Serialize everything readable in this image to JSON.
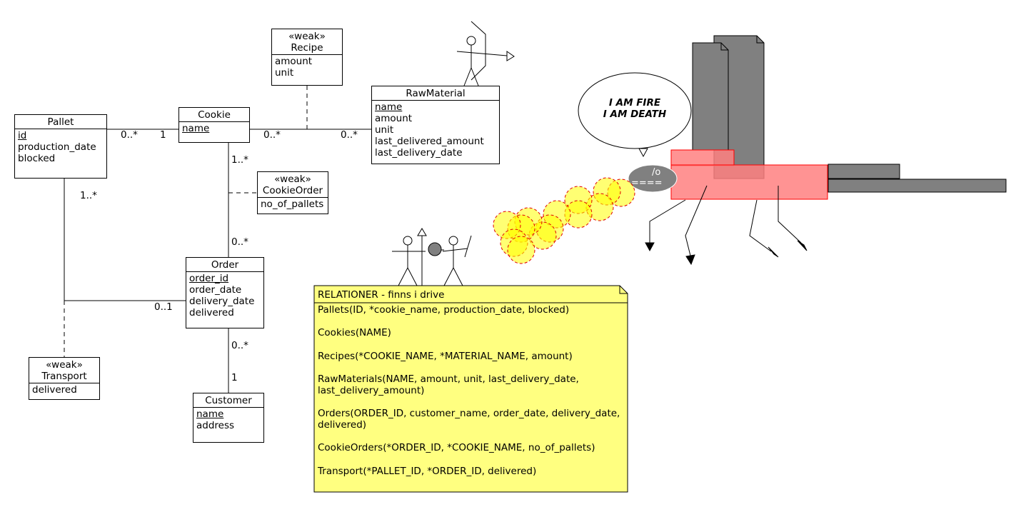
{
  "classes": {
    "pallet": {
      "title": "Pallet",
      "attrs": [
        "id",
        "production_date",
        "blocked"
      ]
    },
    "cookie": {
      "title": "Cookie",
      "attrs": [
        "name"
      ]
    },
    "recipe": {
      "stereotype": "«weak»",
      "title": "Recipe",
      "attrs": [
        "amount",
        "unit"
      ]
    },
    "rawmaterial": {
      "title": "RawMaterial",
      "attrs": [
        "name",
        "amount",
        "unit",
        "last_delivered_amount",
        "last_delivery_date"
      ]
    },
    "cookieorder": {
      "stereotype": "«weak»",
      "title": "CookieOrder",
      "attrs": [
        "no_of_pallets"
      ]
    },
    "order": {
      "title": "Order",
      "attrs": [
        "order_id",
        "order_date",
        "delivery_date",
        "delivered"
      ]
    },
    "transport": {
      "stereotype": "«weak»",
      "title": "Transport",
      "attrs": [
        "delivered"
      ]
    },
    "customer": {
      "title": "Customer",
      "attrs": [
        "name",
        "address"
      ]
    }
  },
  "multiplicities": {
    "pallet_cookie_pallet": "0..*",
    "pallet_cookie_cookie": "1",
    "cookie_raw_cookie": "0..*",
    "cookie_raw_raw": "0..*",
    "cookie_order_cookie": "1..*",
    "cookie_order_order": "0..*",
    "pallet_order_pallet": "1..*",
    "pallet_order_order": "0..1",
    "order_customer_order": "0..*",
    "order_customer_customer": "1"
  },
  "note": {
    "title": "RELATIONER - finns i drive",
    "lines": [
      "Pallets(ID, *cookie_name, production_date, blocked)",
      "Cookies(NAME)",
      "Recipes(*COOKIE_NAME, *MATERIAL_NAME, amount)",
      "RawMaterials(NAME, amount, unit, last_delivery_date, last_delivery_amount)",
      "Orders(ORDER_ID, customer_name, order_date, delivery_date, delivered)",
      "CookieOrders(*ORDER_ID, *COOKIE_NAME, no_of_pallets)",
      "Transport(*PALLET_ID, *ORDER_ID, delivered)"
    ]
  },
  "speech": {
    "line1": "I AM FIRE",
    "line2": "I AM DEATH"
  },
  "gun": {
    "line1": "/o",
    "line2": "===="
  },
  "colors": {
    "note_fill": "#ffff80",
    "dragon_fill": "#ff8080",
    "dragon_stroke": "#ff0000",
    "fire_fill": "#ffff00",
    "fire_stroke": "#e00000",
    "tower_fill": "#808080"
  }
}
